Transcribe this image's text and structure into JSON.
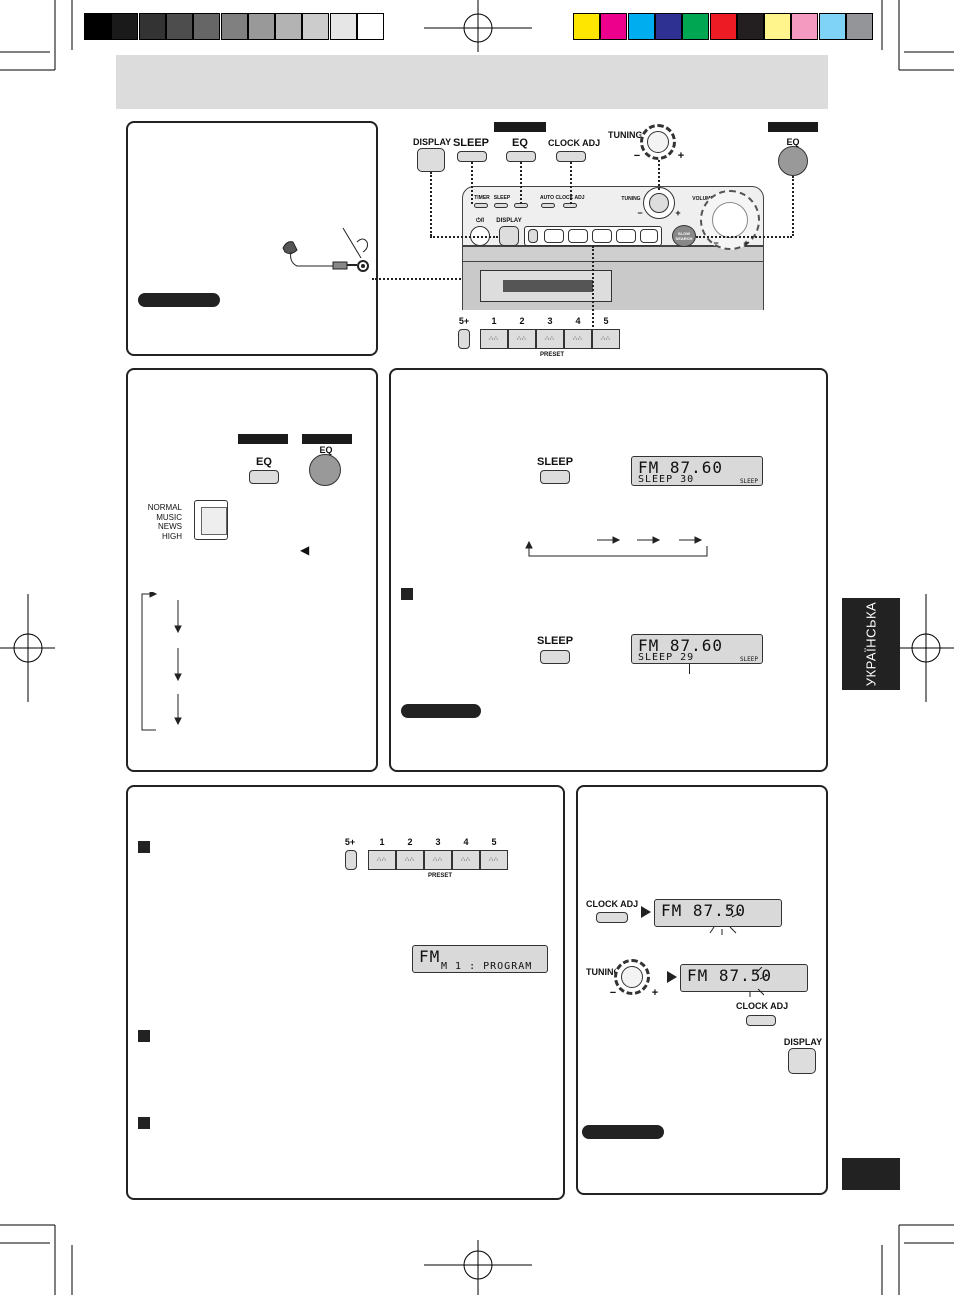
{
  "colors": {
    "grayscale": [
      "#000000",
      "#1a1a1a",
      "#333333",
      "#4d4d4d",
      "#666666",
      "#808080",
      "#999999",
      "#b3b3b3",
      "#cccccc",
      "#e6e6e6",
      "#ffffff"
    ],
    "process": [
      "#ffe600",
      "#ec008c",
      "#00aeef",
      "#2e3192",
      "#00a651",
      "#ed1c24",
      "#231f20",
      "#fff58c",
      "#f49ac1",
      "#7fd3f7",
      "#939598"
    ],
    "header_band": "#dcdcdc",
    "panel_border": "#222222",
    "side_tab": "#222222"
  },
  "side_tab": {
    "label": "УКРАЇНСЬКА"
  },
  "device": {
    "labels": {
      "display": "DISPLAY",
      "sleep": "SLEEP",
      "eq": "EQ",
      "clock_adj": "CLOCK ADJ",
      "tuning": "TUNING",
      "tuning_minus": "−",
      "tuning_plus": "+",
      "eq_remote": "EQ",
      "unit_tuning": "TUNING",
      "unit_volume": "VOLUME",
      "unit_display": "DISPLAY",
      "unit_power": "⏻/I",
      "unit_slow": "SLOW SEARCH",
      "unit_timer": "TIMER",
      "unit_sleep": "SLEEP",
      "unit_auto": "AUTO",
      "unit_clock": "CLOCK ADJ",
      "unit_vol_minus": "−",
      "unit_vol_plus": "+",
      "unit_tun_minus": "−",
      "unit_tun_plus": "+"
    },
    "preset": {
      "label": "PRESET",
      "shift": "5+",
      "keys": [
        "1",
        "2",
        "3",
        "4",
        "5"
      ]
    }
  },
  "eq_panel": {
    "eq_label": "EQ",
    "eq_remote_label": "EQ",
    "modes": [
      "NORMAL",
      "MUSIC",
      "NEWS",
      "HIGH"
    ],
    "arrow": "◀"
  },
  "sleep_panel": {
    "sleep_label": "SLEEP",
    "lcd1": {
      "main": "FM  87.60",
      "sub": "SLEEP  30",
      "tag": "SLEEP"
    },
    "lcd2": {
      "main": "FM  87.60",
      "sub": "SLEEP  29",
      "tag": "SLEEP"
    },
    "sleep_label2": "SLEEP"
  },
  "preset_panel": {
    "preset": {
      "label": "PRESET",
      "shift": "5+",
      "keys": [
        "1",
        "2",
        "3",
        "4",
        "5"
      ]
    },
    "lcd": {
      "main": "FM",
      "sub": "M  1 : PROGRAM"
    }
  },
  "clock_panel": {
    "clock_adj_label": "CLOCK ADJ",
    "lcd1": {
      "main": "FM  87.50"
    },
    "tuning_label": "TUNING",
    "tuning_minus": "−",
    "tuning_plus": "+",
    "lcd2": {
      "main": "FM  87.50"
    },
    "clock_adj_label2": "CLOCK ADJ",
    "display_label": "DISPLAY"
  }
}
